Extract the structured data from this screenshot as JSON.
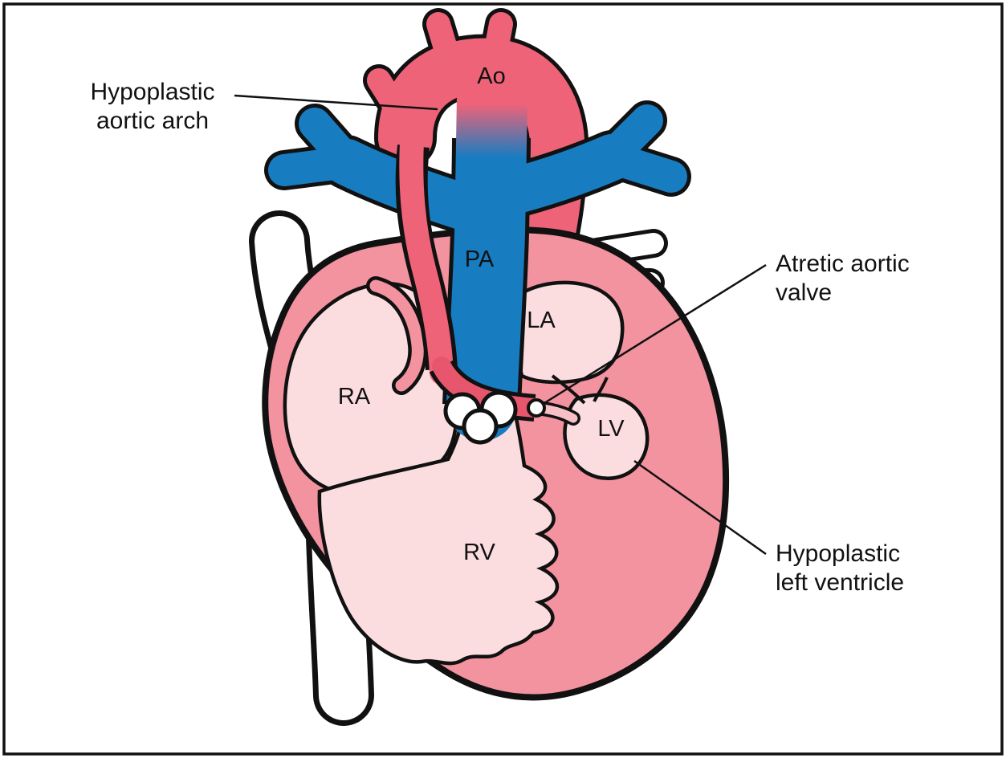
{
  "figure": {
    "background": "#ffffff"
  },
  "colors": {
    "aorta": "#ee6378",
    "aorta_deep": "#e8566d",
    "pulmonary": "#187cc1",
    "heart_wall": "#f2939f",
    "chamber": "#fbdde0",
    "channel": "#f8c0c6",
    "vessel_white": "#ffffff",
    "outline": "#111111",
    "text": "#111111"
  },
  "chamber_labels": {
    "aorta": "Ao",
    "pulmonary_artery": "PA",
    "left_atrium": "LA",
    "right_atrium": "RA",
    "left_ventricle": "LV",
    "right_ventricle": "RV"
  },
  "annotations": {
    "hypoplastic_aortic_arch": {
      "line1": "Hypoplastic",
      "line2": "aortic arch"
    },
    "atretic_aortic_valve": {
      "line1": "Atretic aortic",
      "line2": "valve"
    },
    "hypoplastic_left_ventricle": {
      "line1": "Hypoplastic",
      "line2": "left ventricle"
    }
  }
}
